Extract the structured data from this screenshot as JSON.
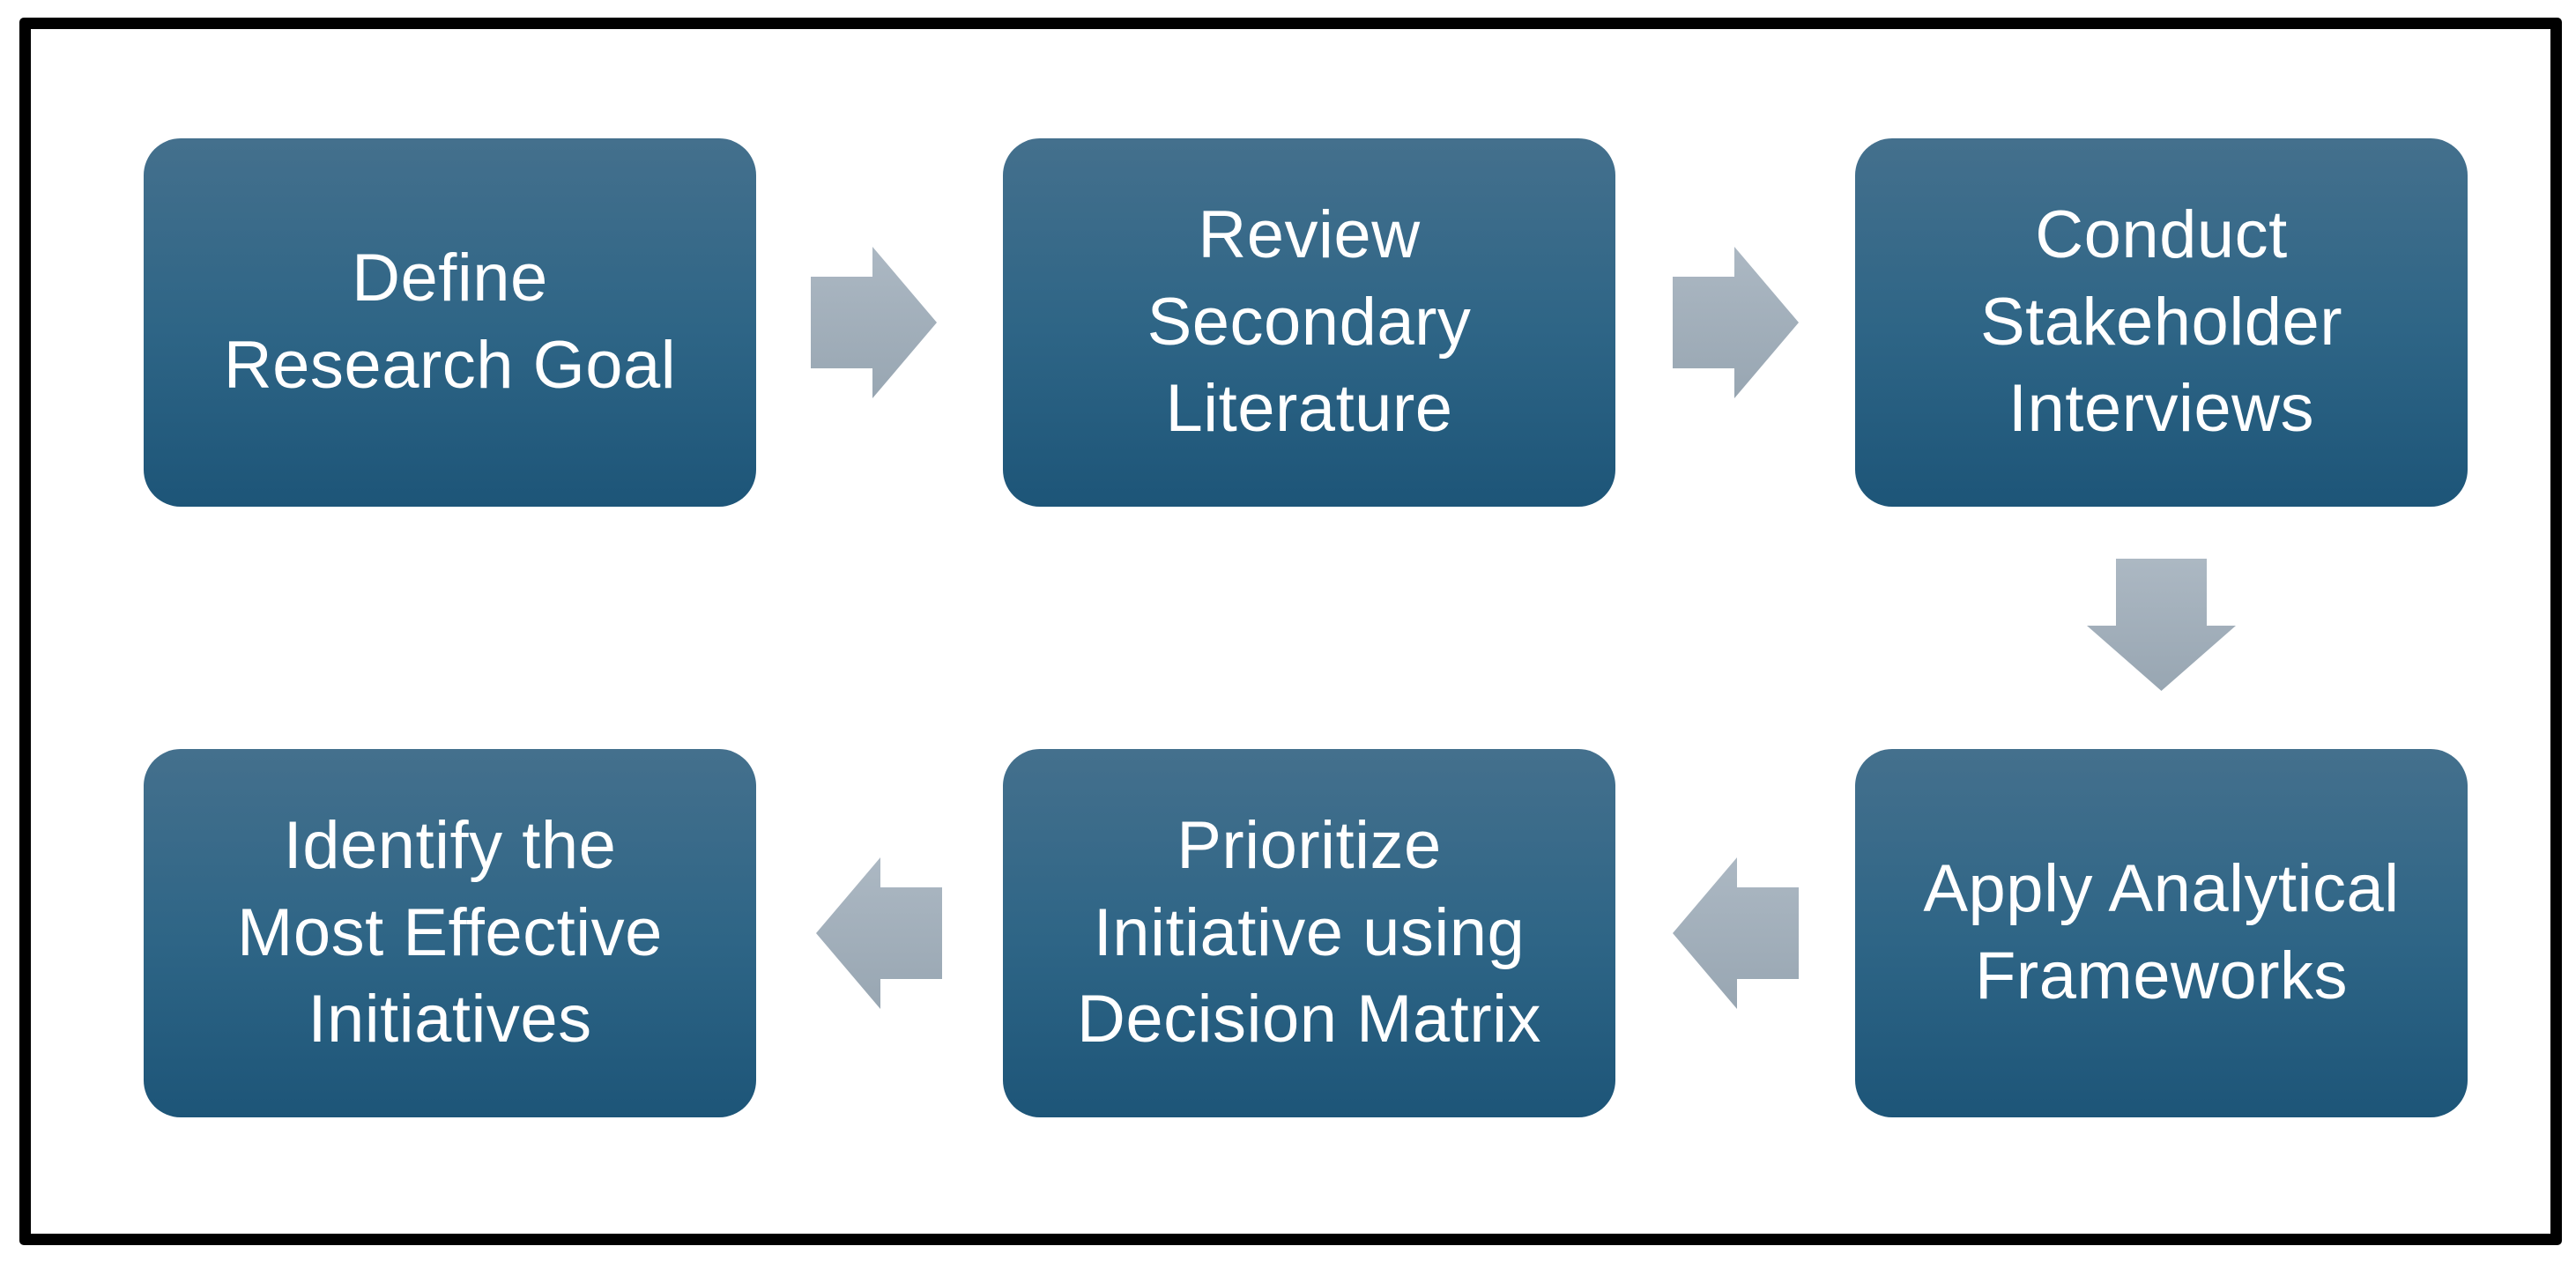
{
  "diagram": {
    "type": "process-flowchart",
    "steps": [
      {
        "order": 1,
        "row": "top",
        "col": 1,
        "label": "Define\nResearch Goal"
      },
      {
        "order": 2,
        "row": "top",
        "col": 2,
        "label": "Review\nSecondary\nLiterature"
      },
      {
        "order": 3,
        "row": "top",
        "col": 3,
        "label": "Conduct\nStakeholder\nInterviews"
      },
      {
        "order": 4,
        "row": "bottom",
        "col": 3,
        "label": "Apply Analytical\nFrameworks"
      },
      {
        "order": 5,
        "row": "bottom",
        "col": 2,
        "label": "Prioritize\nInitiative using\nDecision Matrix"
      },
      {
        "order": 6,
        "row": "bottom",
        "col": 1,
        "label": "Identify the\nMost Effective\nInitiatives"
      }
    ],
    "arrows": [
      {
        "direction": "right",
        "from_step": 1,
        "to_step": 2
      },
      {
        "direction": "right",
        "from_step": 2,
        "to_step": 3
      },
      {
        "direction": "down",
        "from_step": 3,
        "to_step": 4
      },
      {
        "direction": "left",
        "from_step": 4,
        "to_step": 5
      },
      {
        "direction": "left",
        "from_step": 5,
        "to_step": 6
      }
    ],
    "colors": {
      "background": "#FFFFFF",
      "frame_border": "#000000",
      "box_gradient_top": "#44708D",
      "box_gradient_mid": "#2E6586",
      "box_gradient_bottom": "#1D5578",
      "box_text": "#FFFFFF",
      "arrow_gradient_top": "#ACB8C3",
      "arrow_gradient_bottom": "#98A6B2"
    }
  }
}
